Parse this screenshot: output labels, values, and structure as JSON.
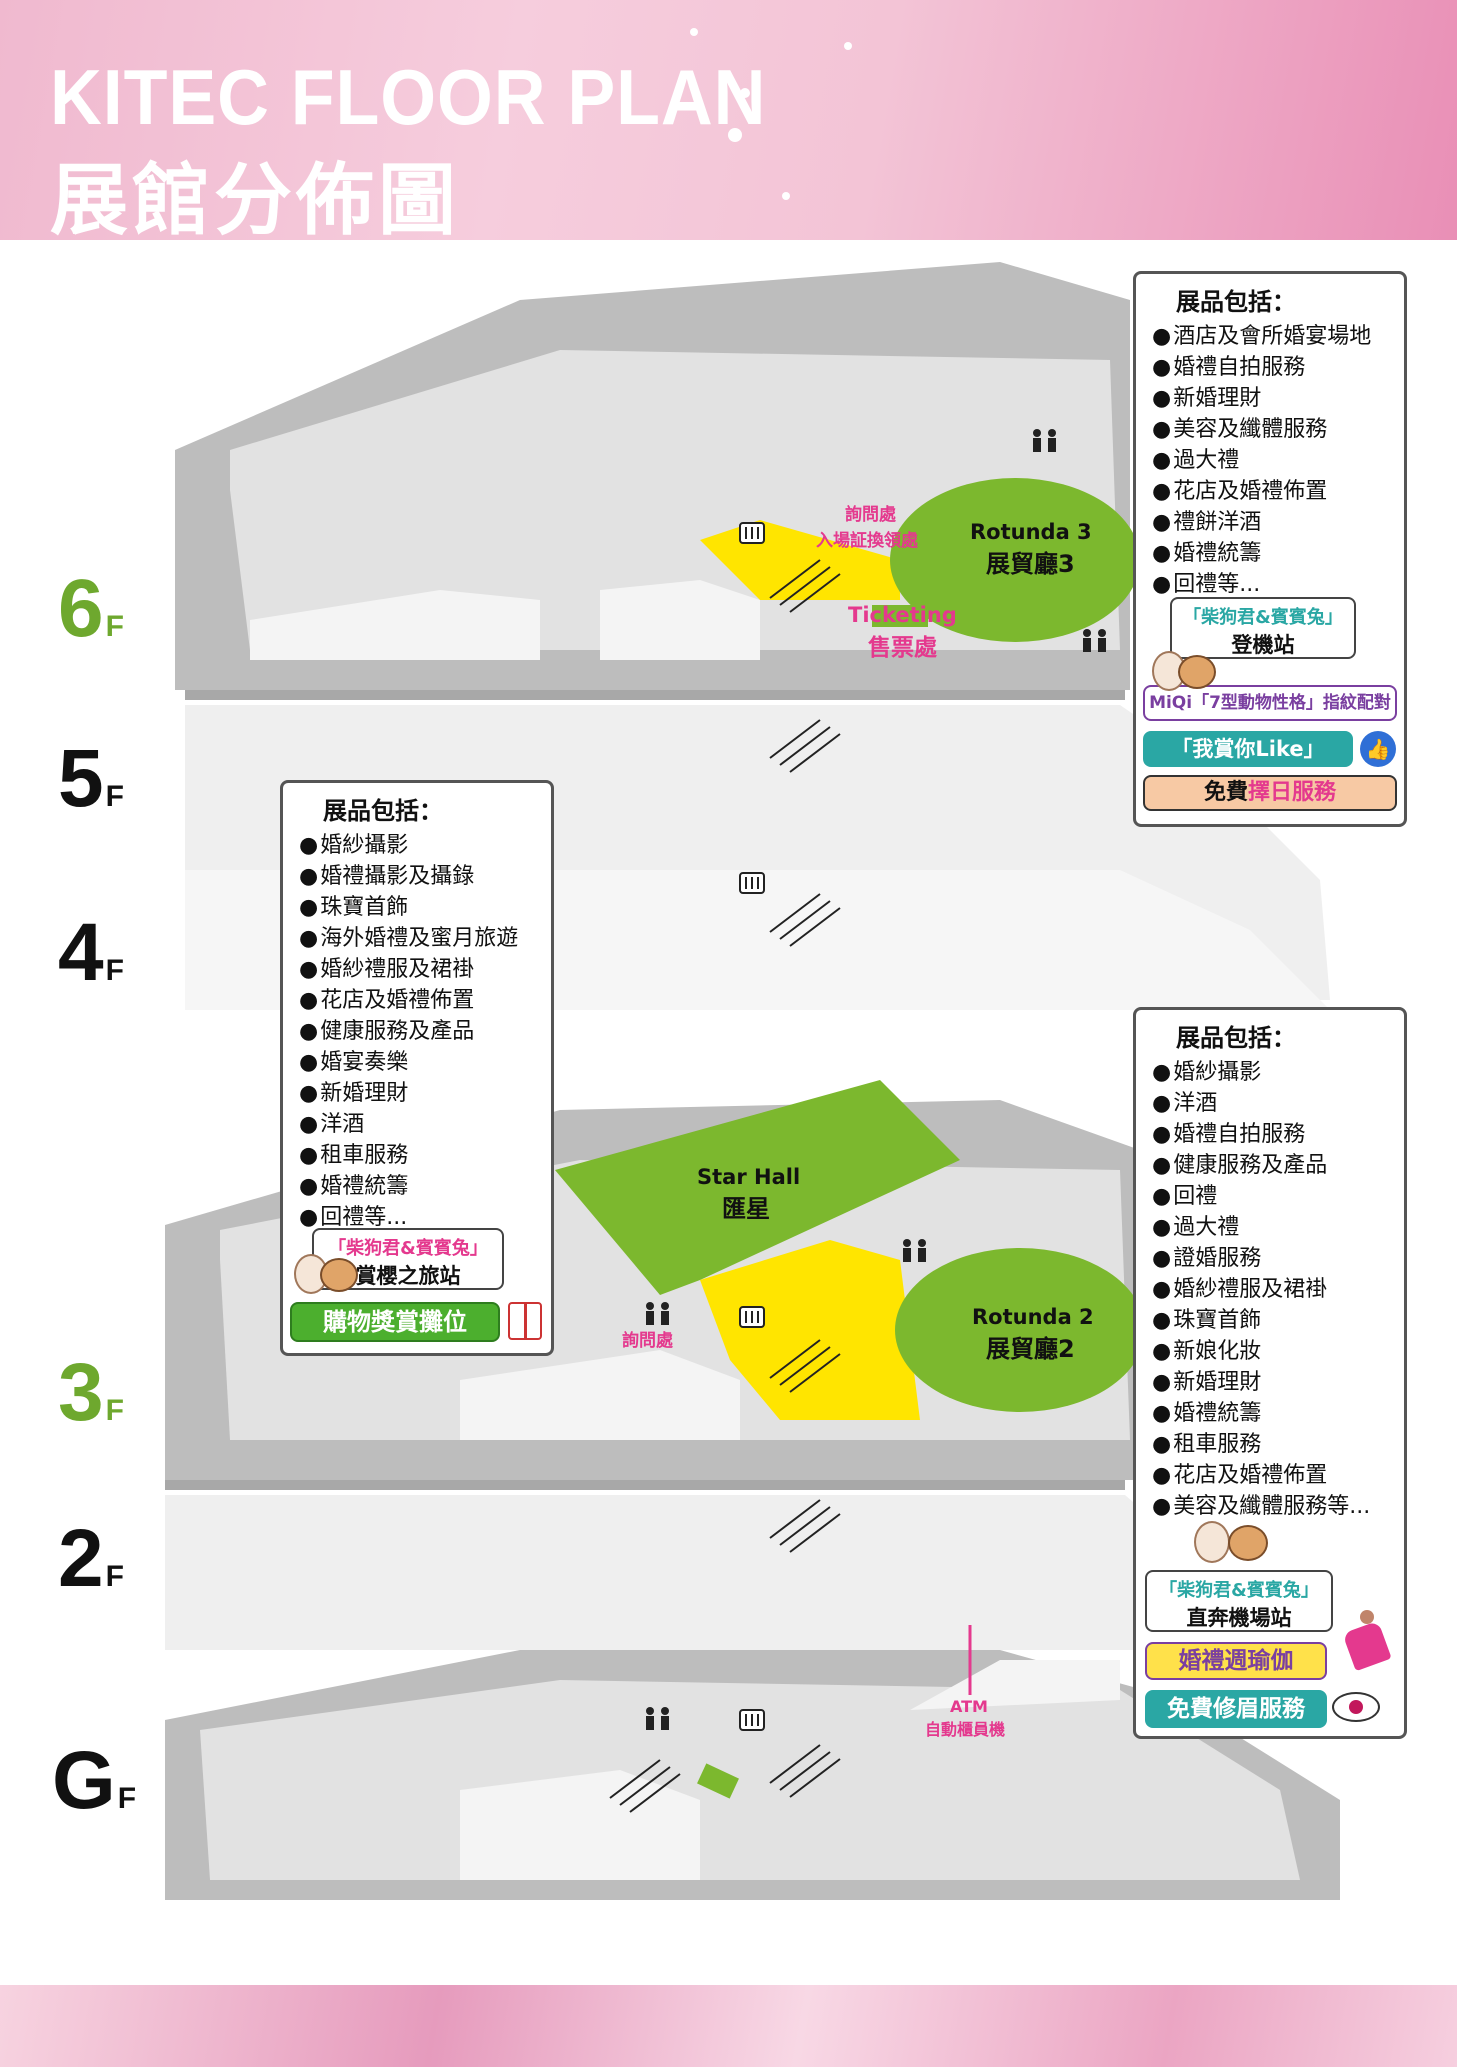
{
  "header": {
    "title_en": "KITEC FLOOR PLAN",
    "title_zh": "展館分佈圖"
  },
  "floors": [
    {
      "num": "6",
      "suffix": "F",
      "color": "#6ea82e"
    },
    {
      "num": "5",
      "suffix": "F",
      "color": "#111111"
    },
    {
      "num": "4",
      "suffix": "F",
      "color": "#111111"
    },
    {
      "num": "3",
      "suffix": "F",
      "color": "#6ea82e"
    },
    {
      "num": "2",
      "suffix": "F",
      "color": "#111111"
    },
    {
      "num": "G",
      "suffix": "F",
      "color": "#111111"
    }
  ],
  "halls": {
    "rotunda3_en": "Rotunda 3",
    "rotunda3_zh": "展貿廳3",
    "starhall_en": "Star Hall",
    "starhall_zh": "匯星",
    "rotunda2_en": "Rotunda 2",
    "rotunda2_zh": "展貿廳2"
  },
  "labels": {
    "enquiry_6f": "詢問處",
    "badge_6f": "入場証換領處",
    "ticketing_en": "Ticketing",
    "ticketing_zh": "售票處",
    "enquiry_3f": "詢問處",
    "atm_en": "ATM",
    "atm_zh": "自動櫃員機"
  },
  "box_6f": {
    "title": "展品包括：",
    "items": [
      "酒店及會所婚宴場地",
      "婚禮自拍服務",
      "新婚理財",
      "美容及纖體服務",
      "過大禮",
      "花店及婚禮佈置",
      "禮餅洋酒",
      "婚禮統籌",
      "回禮等..."
    ],
    "promo1_top": "「柴狗君&賓賓兔」",
    "promo1_bottom": "登機站",
    "promo2": "MiQi「7型動物性格」指紋配對",
    "promo3": "「我賞你Like」",
    "promo4_a": "免費",
    "promo4_b": "擇日服務"
  },
  "box_4f": {
    "title": "展品包括：",
    "items": [
      "婚紗攝影",
      "婚禮攝影及攝錄",
      "珠寶首飾",
      "海外婚禮及蜜月旅遊",
      "婚紗禮服及裙褂",
      "花店及婚禮佈置",
      "健康服務及產品",
      "婚宴奏樂",
      "新婚理財",
      "洋酒",
      "租車服務",
      "婚禮統籌",
      "回禮等..."
    ],
    "promo1_top": "「柴狗君&賓賓兔」",
    "promo1_bottom": "賞櫻之旅站",
    "promo2": "購物獎賞攤位"
  },
  "box_3f": {
    "title": "展品包括：",
    "items": [
      "婚紗攝影",
      "洋酒",
      "婚禮自拍服務",
      "健康服務及產品",
      "回禮",
      "過大禮",
      "證婚服務",
      "婚紗禮服及裙褂",
      "珠寶首飾",
      "新娘化妝",
      "新婚理財",
      "婚禮統籌",
      "租車服務",
      "花店及婚禮佈置",
      "美容及纖體服務等..."
    ],
    "promo1_top": "「柴狗君&賓賓兔」",
    "promo1_bottom": "直奔機場站",
    "promo2": "婚禮週瑜伽",
    "promo3": "免費修眉服務"
  },
  "colors": {
    "hall_green": "#7cb82e",
    "concourse_yellow": "#ffe500",
    "accent_pink": "#e4398e",
    "promo_teal": "#2aa7a4",
    "promo_purple": "#7a3fa0",
    "promo_peach": "#f7c9a4",
    "promo_green": "#4caf2e",
    "promo_yellow": "#ffe14a"
  },
  "icons": [
    "elevator-icon",
    "escalator-icon",
    "toilet-icon",
    "thumbs-up-icon",
    "gift-icon",
    "mascot-icon",
    "yoga-icon",
    "eye-icon"
  ]
}
